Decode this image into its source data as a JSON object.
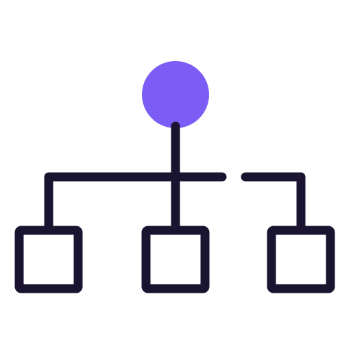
{
  "icon": {
    "name": "hierarchy-structure-icon",
    "colors": {
      "root_fill": "#7b5cf5",
      "stroke": "#1a1431",
      "background": "#ffffff"
    },
    "nodes": [
      {
        "id": "root",
        "shape": "circle"
      },
      {
        "id": "child-left",
        "shape": "square"
      },
      {
        "id": "child-middle",
        "shape": "square"
      },
      {
        "id": "child-right",
        "shape": "square"
      }
    ]
  }
}
